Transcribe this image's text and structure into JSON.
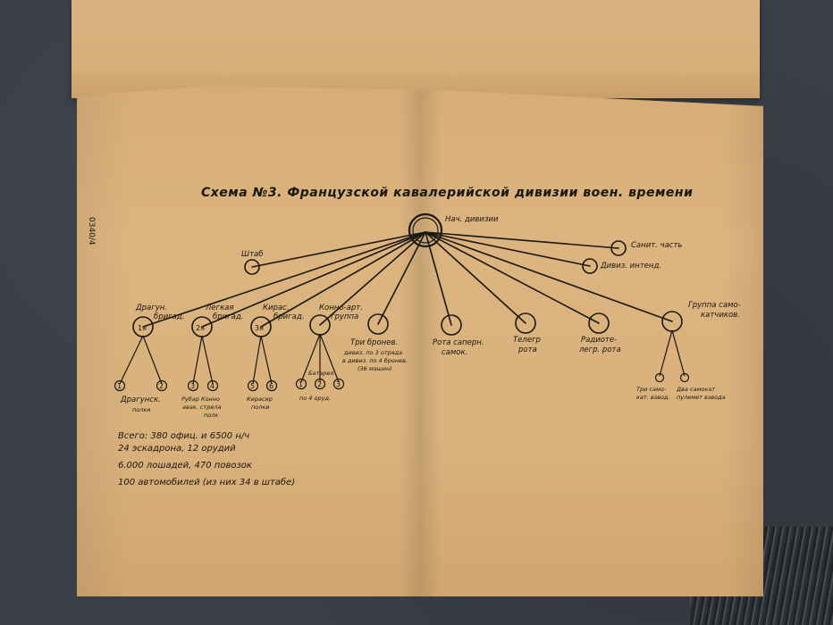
{
  "title": "Схема №3. Французской кавалерийской дивизии воен. времени",
  "stamp": "0340/4",
  "nodes": {
    "head": "Нач. дивизии",
    "staff": "Штаб",
    "medical": "Санит. часть",
    "intendancy": "Дивиз. интенд.",
    "dragoon_brigade": {
      "badge": "1я",
      "label_1": "Драгун.",
      "label_2": "бригад."
    },
    "light_brigade": {
      "badge": "2я",
      "label_1": "Легкая",
      "label_2": "бригад."
    },
    "cuirassier_brigade": {
      "badge": "3я",
      "label_1": "Кирас.",
      "label_2": "бригад."
    },
    "horse_artillery": {
      "label_1": "Конно-арт.",
      "label_2": "группа"
    },
    "armored_detachment": {
      "label_1": "Три бронев.",
      "label_2": "дивиз. по 3 отряда",
      "label_3": "в дивиз. по 4 бронев.",
      "label_4": "(36 машин)"
    },
    "sapper_company": {
      "label_1": "Рота саперн.",
      "label_2": "самок."
    },
    "telegraph_company": {
      "label_1": "Телегр",
      "label_2": "рота"
    },
    "radio_company": {
      "label_1": "Радиоте-",
      "label_2": "легр. рота"
    },
    "cyclist_group": {
      "label_1": "Группа само-",
      "label_2": "катчиков."
    }
  },
  "subunits": {
    "dragoon_regiments": {
      "nums": [
        "1",
        "2"
      ],
      "label_1": "Драгунск.",
      "label_2": "полки"
    },
    "light_regiments": {
      "nums": [
        "3",
        "4"
      ],
      "label_1": "Рубар Конно",
      "label_2": "авак. стрела",
      "label_3": "полк"
    },
    "cuirassier_regiments": {
      "nums": [
        "5",
        "6"
      ],
      "label_1": "Кирасир",
      "label_2": "полки"
    },
    "batteries": {
      "nums": [
        "1",
        "2",
        "3"
      ],
      "label_1": "Батарея",
      "label_2": "по 4 оруд."
    },
    "cyclist_units": {
      "label_1": "Три само-",
      "label_2": "кат. взвод.",
      "label_3": "Два самокат",
      "label_4": "пулемет взвода"
    }
  },
  "stats": [
    "Всего: 380 офиц. и 6500 н/ч",
    "24 эскадрона, 12 орудий",
    "6.000 лошадей, 470 повозок",
    "100 автомобилей (из них 34 в штабе)"
  ]
}
